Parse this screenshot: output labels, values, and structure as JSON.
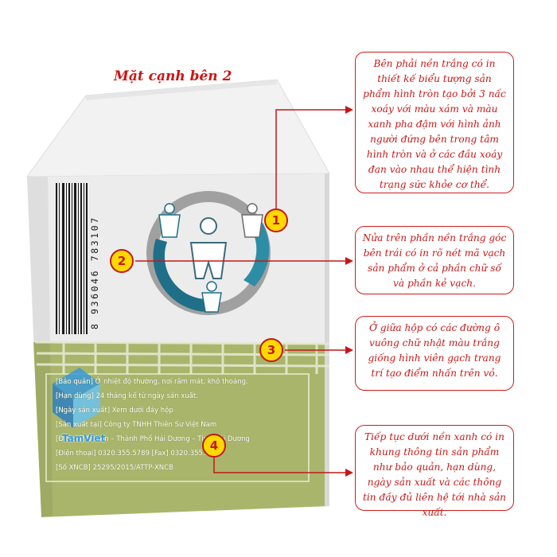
{
  "title": "Mặt cạnh bên 2",
  "callouts": [
    {
      "number": "1",
      "text": "Bên phải nền trắng có in thiết kế biểu tượng sản phẩm hình tròn tạo bởi 3 nấc xoáy với màu xám và màu xanh pha đậm với hình ảnh người đứng bên trong tâm hình tròn và ở các đầu xoáy đan vào nhau thể hiện tình trạng sức khỏe cơ thể."
    },
    {
      "number": "2",
      "text": "Nửa trên phần nền trắng góc bên trái có in rõ nét mã vạch sản phẩm ở cả phần chữ số và phần kẻ vạch."
    },
    {
      "number": "3",
      "text": "Ở giữa hộp có các đường ô vuông chữ nhật màu trắng giống hình viên gạch trang trí tạo điểm nhấn trên vỏ."
    },
    {
      "number": "4",
      "text": "Tiếp tục dưới nền xanh có in khung thông tin sản phẩm như bảo quản, hạn dùng, ngày sản xuất và các thông tin đầy đủ liên hệ tới nhà sản xuất."
    }
  ],
  "box": {
    "barcode_digits": "8 936046 783107",
    "label_lines": [
      "[Bảo quản] Ở nhiệt độ thường, nơi râm mát, khô thoáng.",
      "[Hạn dùng] 24 tháng kể từ ngày sản xuất.",
      "[Ngày sản xuất] Xem dưới đáy hộp",
      "[Sản xuất tại] Công ty TNHH Thiên Sư Việt Nam",
      "[Địa chỉ] Đại An – Thành Phố Hải Dương – Tỉnh Hải Dương",
      "[Điện thoại] 0320.355.5789     [Fax] 0320.355.5781",
      "[Số XNCB] 25295/2015/ATTP-XNCB"
    ],
    "watermark": "TamViet"
  },
  "colors": {
    "accent_red": "#cc1414",
    "marker_yellow": "#ffd800",
    "box_green": "#a8b56a",
    "logo_teal": "#1f6f88"
  }
}
